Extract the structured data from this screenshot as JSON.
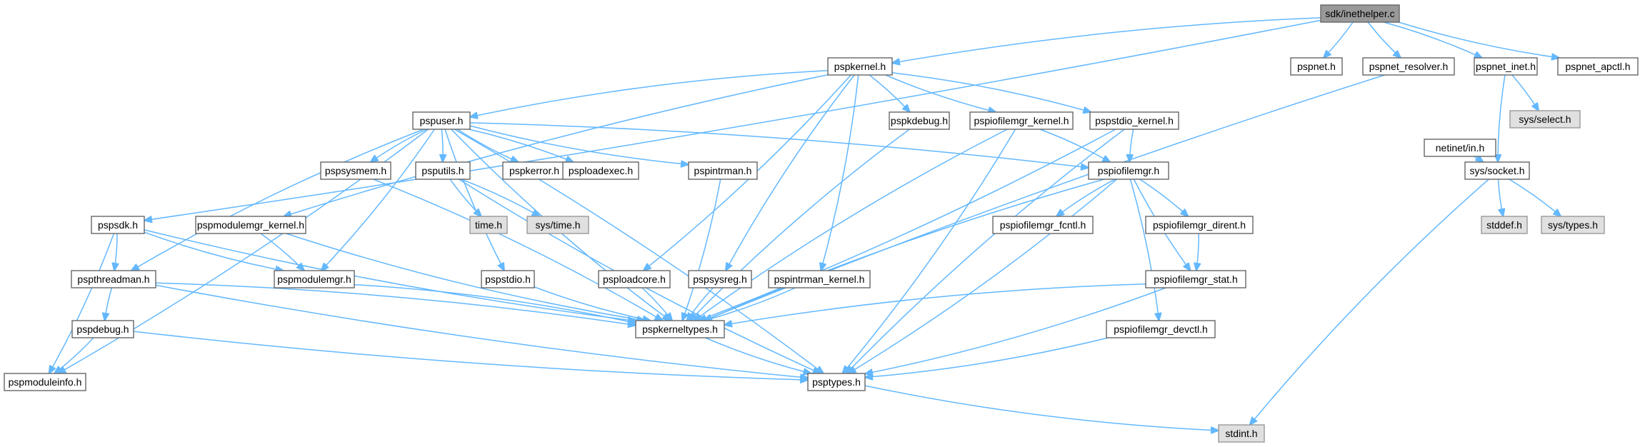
{
  "graph": {
    "nodes": [
      {
        "id": "root",
        "label": "sdk/inethelper.c",
        "kind": "root"
      },
      {
        "id": "pspkernel",
        "label": "pspkernel.h",
        "kind": "normal"
      },
      {
        "id": "pspnet",
        "label": "pspnet.h",
        "kind": "normal"
      },
      {
        "id": "pspnet_resolver",
        "label": "pspnet_resolver.h",
        "kind": "normal"
      },
      {
        "id": "pspnet_inet",
        "label": "pspnet_inet.h",
        "kind": "normal"
      },
      {
        "id": "pspnet_apctl",
        "label": "pspnet_apctl.h",
        "kind": "normal"
      },
      {
        "id": "pspuser",
        "label": "pspuser.h",
        "kind": "normal"
      },
      {
        "id": "pspkdebug",
        "label": "pspkdebug.h",
        "kind": "normal"
      },
      {
        "id": "pspiofilemgr_kernel",
        "label": "pspiofilemgr_kernel.h",
        "kind": "normal"
      },
      {
        "id": "pspstdio_kernel",
        "label": "pspstdio_kernel.h",
        "kind": "normal"
      },
      {
        "id": "netinet_in",
        "label": "netinet/in.h",
        "kind": "normal"
      },
      {
        "id": "sys_select",
        "label": "sys/select.h",
        "kind": "sys"
      },
      {
        "id": "pspsysmem",
        "label": "pspsysmem.h",
        "kind": "normal"
      },
      {
        "id": "psputils",
        "label": "psputils.h",
        "kind": "normal"
      },
      {
        "id": "pspkerror",
        "label": "pspkerror.h",
        "kind": "normal"
      },
      {
        "id": "psploadexec",
        "label": "psploadexec.h",
        "kind": "normal"
      },
      {
        "id": "pspintrman",
        "label": "pspintrman.h",
        "kind": "normal"
      },
      {
        "id": "pspiofilemgr",
        "label": "pspiofilemgr.h",
        "kind": "normal"
      },
      {
        "id": "sys_socket",
        "label": "sys/socket.h",
        "kind": "normal"
      },
      {
        "id": "pspsdk",
        "label": "pspsdk.h",
        "kind": "normal"
      },
      {
        "id": "pspmodulemgr_kernel",
        "label": "pspmodulemgr_kernel.h",
        "kind": "normal"
      },
      {
        "id": "time",
        "label": "time.h",
        "kind": "sys"
      },
      {
        "id": "sys_time",
        "label": "sys/time.h",
        "kind": "sys"
      },
      {
        "id": "pspiofilemgr_fcntl",
        "label": "pspiofilemgr_fcntl.h",
        "kind": "normal"
      },
      {
        "id": "pspiofilemgr_dirent",
        "label": "pspiofilemgr_dirent.h",
        "kind": "normal"
      },
      {
        "id": "stddef",
        "label": "stddef.h",
        "kind": "sys"
      },
      {
        "id": "sys_types",
        "label": "sys/types.h",
        "kind": "sys"
      },
      {
        "id": "pspthreadman",
        "label": "pspthreadman.h",
        "kind": "normal"
      },
      {
        "id": "pspmodulemgr",
        "label": "pspmodulemgr.h",
        "kind": "normal"
      },
      {
        "id": "pspstdio",
        "label": "pspstdio.h",
        "kind": "normal"
      },
      {
        "id": "psploadcore",
        "label": "psploadcore.h",
        "kind": "normal"
      },
      {
        "id": "pspsysreg",
        "label": "pspsysreg.h",
        "kind": "normal"
      },
      {
        "id": "pspintrman_kernel",
        "label": "pspintrman_kernel.h",
        "kind": "normal"
      },
      {
        "id": "pspiofilemgr_stat",
        "label": "pspiofilemgr_stat.h",
        "kind": "normal"
      },
      {
        "id": "pspkerneltypes",
        "label": "pspkerneltypes.h",
        "kind": "normal"
      },
      {
        "id": "pspdebug",
        "label": "pspdebug.h",
        "kind": "normal"
      },
      {
        "id": "pspiofilemgr_devctl",
        "label": "pspiofilemgr_devctl.h",
        "kind": "normal"
      },
      {
        "id": "pspmoduleinfo",
        "label": "pspmoduleinfo.h",
        "kind": "normal"
      },
      {
        "id": "psptypes",
        "label": "psptypes.h",
        "kind": "normal"
      },
      {
        "id": "stdint",
        "label": "stdint.h",
        "kind": "sys"
      }
    ],
    "edges": [
      [
        "root",
        "pspkernel"
      ],
      [
        "root",
        "pspnet"
      ],
      [
        "root",
        "pspnet_resolver"
      ],
      [
        "root",
        "pspnet_inet"
      ],
      [
        "root",
        "pspnet_apctl"
      ],
      [
        "root",
        "pspsdk"
      ],
      [
        "pspkernel",
        "pspuser"
      ],
      [
        "pspkernel",
        "pspkdebug"
      ],
      [
        "pspkernel",
        "pspiofilemgr_kernel"
      ],
      [
        "pspkernel",
        "pspstdio_kernel"
      ],
      [
        "pspkernel",
        "pspmodulemgr_kernel"
      ],
      [
        "pspkernel",
        "psploadcore"
      ],
      [
        "pspkernel",
        "pspsysreg"
      ],
      [
        "pspkernel",
        "pspintrman_kernel"
      ],
      [
        "pspuser",
        "pspsysmem"
      ],
      [
        "pspuser",
        "psputils"
      ],
      [
        "pspuser",
        "pspkerror"
      ],
      [
        "pspuser",
        "psploadexec"
      ],
      [
        "pspuser",
        "pspintrman"
      ],
      [
        "pspuser",
        "pspiofilemgr"
      ],
      [
        "pspuser",
        "pspthreadman"
      ],
      [
        "pspuser",
        "pspmodulemgr"
      ],
      [
        "pspuser",
        "pspstdio"
      ],
      [
        "pspuser",
        "pspmoduleinfo"
      ],
      [
        "pspuser",
        "pspkerneltypes"
      ],
      [
        "pspuser",
        "psptypes"
      ],
      [
        "pspnet_resolver",
        "pspkerneltypes"
      ],
      [
        "pspnet_inet",
        "sys_select"
      ],
      [
        "pspnet_inet",
        "sys_socket"
      ],
      [
        "netinet_in",
        "sys_socket"
      ],
      [
        "pspkdebug",
        "pspkerneltypes"
      ],
      [
        "pspiofilemgr_kernel",
        "pspiofilemgr"
      ],
      [
        "pspiofilemgr_kernel",
        "pspkerneltypes"
      ],
      [
        "pspiofilemgr_kernel",
        "psptypes"
      ],
      [
        "pspstdio_kernel",
        "pspiofilemgr"
      ],
      [
        "pspstdio_kernel",
        "pspkerneltypes"
      ],
      [
        "pspstdio_kernel",
        "psptypes"
      ],
      [
        "pspsysmem",
        "pspkerneltypes"
      ],
      [
        "psputils",
        "time"
      ],
      [
        "psputils",
        "sys_time"
      ],
      [
        "psputils",
        "psptypes"
      ],
      [
        "pspintrman",
        "pspkerneltypes"
      ],
      [
        "pspiofilemgr",
        "pspiofilemgr_fcntl"
      ],
      [
        "pspiofilemgr",
        "pspiofilemgr_dirent"
      ],
      [
        "pspiofilemgr",
        "pspiofilemgr_stat"
      ],
      [
        "pspiofilemgr",
        "pspiofilemgr_devctl"
      ],
      [
        "pspiofilemgr",
        "pspkerneltypes"
      ],
      [
        "pspiofilemgr",
        "psptypes"
      ],
      [
        "sys_socket",
        "stddef"
      ],
      [
        "sys_socket",
        "sys_types"
      ],
      [
        "sys_socket",
        "stdint"
      ],
      [
        "pspsdk",
        "pspthreadman"
      ],
      [
        "pspsdk",
        "pspmodulemgr"
      ],
      [
        "pspsdk",
        "pspmoduleinfo"
      ],
      [
        "pspsdk",
        "pspkerneltypes"
      ],
      [
        "pspmodulemgr_kernel",
        "pspmodulemgr"
      ],
      [
        "pspmodulemgr_kernel",
        "pspkerneltypes"
      ],
      [
        "pspiofilemgr_dirent",
        "pspiofilemgr_stat"
      ],
      [
        "pspthreadman",
        "pspdebug"
      ],
      [
        "pspthreadman",
        "pspkerneltypes"
      ],
      [
        "pspthreadman",
        "psptypes"
      ],
      [
        "pspmodulemgr",
        "pspkerneltypes"
      ],
      [
        "pspstdio",
        "pspkerneltypes"
      ],
      [
        "psploadcore",
        "pspkerneltypes"
      ],
      [
        "pspsysreg",
        "pspkerneltypes"
      ],
      [
        "pspintrman_kernel",
        "pspkerneltypes"
      ],
      [
        "pspiofilemgr_stat",
        "pspkerneltypes"
      ],
      [
        "pspiofilemgr_stat",
        "psptypes"
      ],
      [
        "pspkerneltypes",
        "psptypes"
      ],
      [
        "pspdebug",
        "pspmoduleinfo"
      ],
      [
        "pspdebug",
        "psptypes"
      ],
      [
        "pspiofilemgr_devctl",
        "psptypes"
      ],
      [
        "psptypes",
        "stdint"
      ]
    ]
  }
}
